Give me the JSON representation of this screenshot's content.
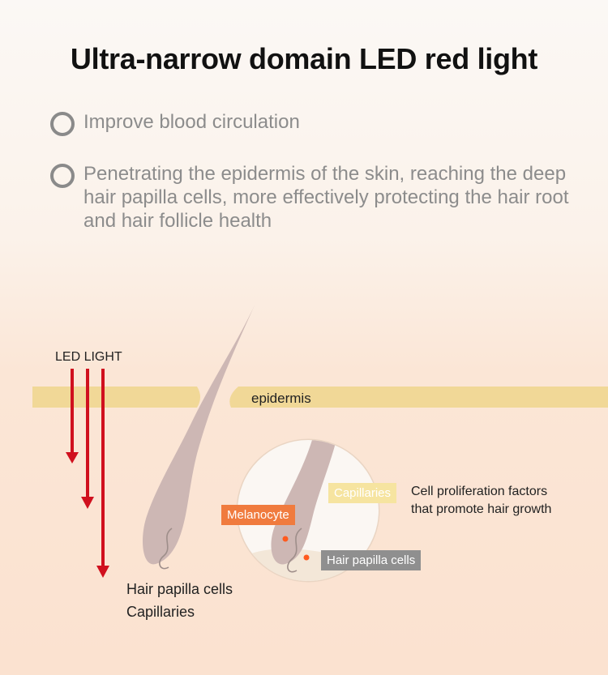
{
  "title": "Ultra-narrow domain LED red light",
  "bullets": [
    {
      "text": "Improve blood circulation"
    },
    {
      "text": "Penetrating the epidermis of the skin, reaching the deep hair papilla cells, more effectively protecting the hair root and hair follicle health"
    }
  ],
  "diagram": {
    "led_label": "LED LIGHT",
    "epidermis_label": "epidermis",
    "bottom_labels": [
      "Hair papilla cells",
      "Capillaries"
    ],
    "tag_capillaries": "Capillaries",
    "tag_melanocyte": "Melanocyte",
    "tag_hair_papilla": "Hair papilla cells",
    "growth_text": [
      "Cell proliferation factors",
      "that promote hair growth"
    ]
  },
  "colors": {
    "arrow_red": "#d0101e",
    "epidermis_band": "#f1d897",
    "hair_shaft": "#cdb7b4",
    "melanocyte_tag": "#f07b3e",
    "capillaries_tag": "#f6e4a0",
    "papilla_tag": "#8f8f8f"
  }
}
